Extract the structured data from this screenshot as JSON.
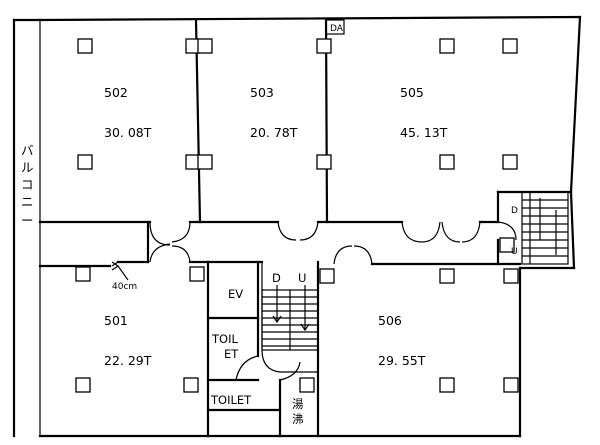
{
  "rooms": [
    {
      "id": "502",
      "area": "30. 08T"
    },
    {
      "id": "503",
      "area": "20. 78T"
    },
    {
      "id": "505",
      "area": "45. 13T"
    },
    {
      "id": "501",
      "area": "22. 29T"
    },
    {
      "id": "506",
      "area": "29. 55T"
    }
  ],
  "balcony": [
    "バ",
    "ル",
    "コ",
    "ニ",
    "ー"
  ],
  "labels": {
    "ev": "EV",
    "toilet1_line1": "TOIL",
    "toilet1_line2": "ET",
    "toilet2": "TOILET",
    "kettle_line1": "湯",
    "kettle_line2": "沸",
    "stair_down": "D",
    "stair_up": "U",
    "da": "DA",
    "side_d": "D",
    "side_u": "U",
    "dimension": "40cm"
  }
}
